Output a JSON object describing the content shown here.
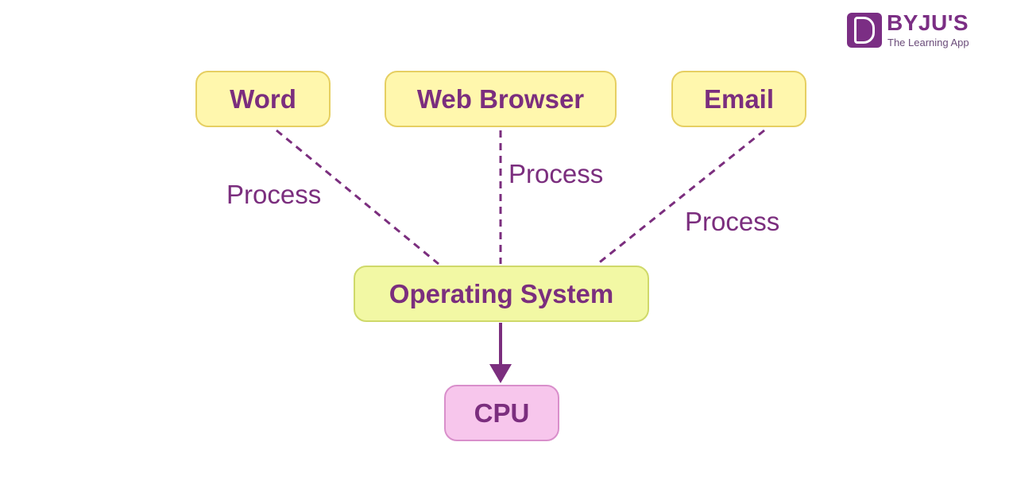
{
  "diagram": {
    "nodes": {
      "word": "Word",
      "web_browser": "Web Browser",
      "email": "Email",
      "operating_system": "Operating System",
      "cpu": "CPU"
    },
    "edges": {
      "word_to_os": "Process",
      "browser_to_os": "Process",
      "email_to_os": "Process"
    }
  },
  "logo": {
    "name": "BYJU'S",
    "tagline": "The Learning App"
  },
  "colors": {
    "text": "#7b2e7e",
    "connector": "#7b2e7e",
    "app_fill": "#fff7ad",
    "os_fill": "#f2f8a4",
    "cpu_fill": "#f7c6ec",
    "brand": "#7b2e84"
  }
}
